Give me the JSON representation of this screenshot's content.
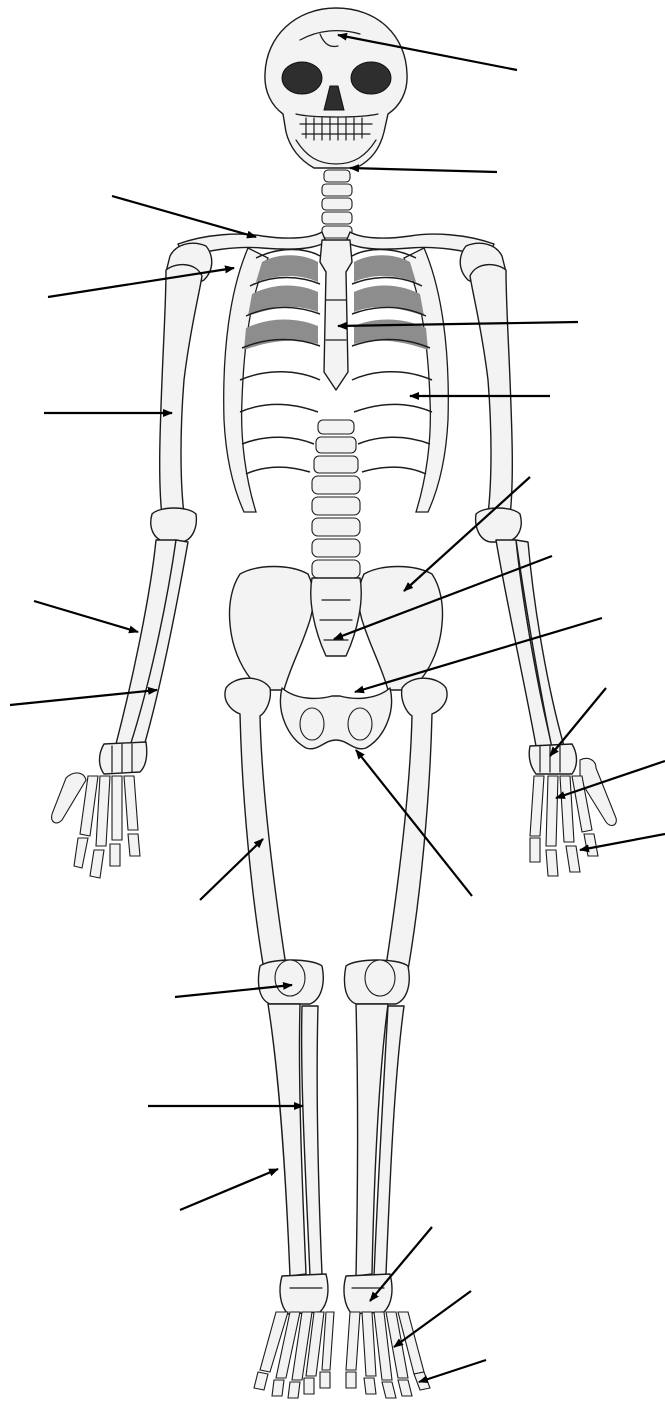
{
  "diagram": {
    "kind": "unlabeled skeleton worksheet",
    "colors": {
      "bone_fill": "#f3f3f3",
      "outline": "#1c1c1c",
      "arrow": "#000000",
      "rib_shadow": "#8d8d8d",
      "background": "#ffffff"
    },
    "labels": []
  },
  "arrows": [
    {
      "id": "skull"
    },
    {
      "id": "mandible"
    },
    {
      "id": "clavicle"
    },
    {
      "id": "scapula"
    },
    {
      "id": "sternum"
    },
    {
      "id": "ribs"
    },
    {
      "id": "humerus"
    },
    {
      "id": "ilium"
    },
    {
      "id": "sacrum"
    },
    {
      "id": "coccyx"
    },
    {
      "id": "ulna"
    },
    {
      "id": "radius"
    },
    {
      "id": "carpals"
    },
    {
      "id": "metacarpals"
    },
    {
      "id": "phalanges-hand"
    },
    {
      "id": "femur"
    },
    {
      "id": "pubis"
    },
    {
      "id": "patella"
    },
    {
      "id": "tibia"
    },
    {
      "id": "fibula"
    },
    {
      "id": "tarsals"
    },
    {
      "id": "metatarsals"
    },
    {
      "id": "phalanges-foot"
    }
  ]
}
